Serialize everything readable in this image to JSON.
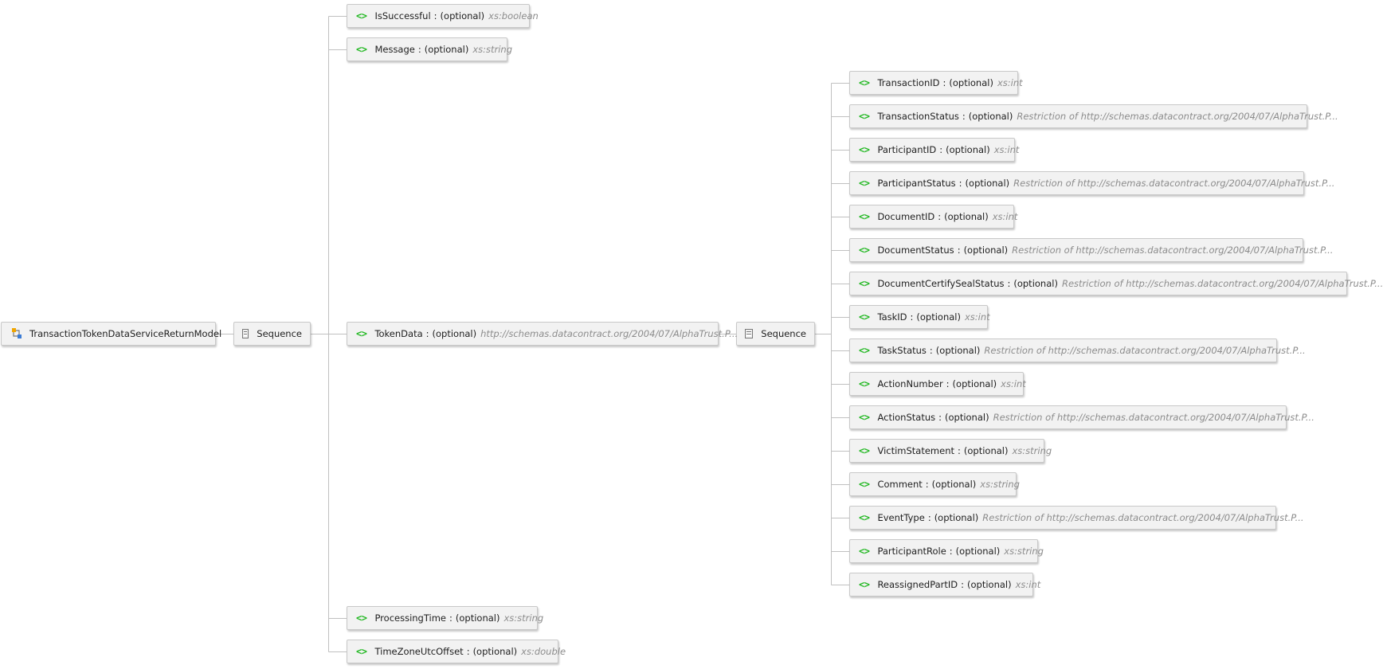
{
  "root": {
    "label": "TransactionTokenDataServiceReturnModel",
    "icon": "complex-type-icon"
  },
  "root_sequence": {
    "label": "Sequence",
    "icon": "sequence-icon"
  },
  "inner_sequence": {
    "label": "Sequence",
    "icon": "sequence-icon"
  },
  "element_icon": "<>",
  "top_elements": [
    {
      "name": "IsSuccessful",
      "sep": ":",
      "optional": "(optional)",
      "type": "xs:boolean"
    },
    {
      "name": "Message",
      "sep": ":",
      "optional": "(optional)",
      "type": "xs:string"
    },
    {
      "name": "TokenData",
      "sep": ":",
      "optional": "(optional)",
      "type": "http://schemas.datacontract.org/2004/07/AlphaTrust.P..."
    },
    {
      "name": "ProcessingTime",
      "sep": ":",
      "optional": "(optional)",
      "type": "xs:string"
    },
    {
      "name": "TimeZoneUtcOffset",
      "sep": ":",
      "optional": "(optional)",
      "type": "xs:double"
    }
  ],
  "token_elements": [
    {
      "name": "TransactionID",
      "sep": ":",
      "optional": "(optional)",
      "type": "xs:int"
    },
    {
      "name": "TransactionStatus",
      "sep": ":",
      "optional": "(optional)",
      "type": "Restriction of http://schemas.datacontract.org/2004/07/AlphaTrust.P..."
    },
    {
      "name": "ParticipantID",
      "sep": ":",
      "optional": "(optional)",
      "type": "xs:int"
    },
    {
      "name": "ParticipantStatus",
      "sep": ":",
      "optional": "(optional)",
      "type": "Restriction of http://schemas.datacontract.org/2004/07/AlphaTrust.P..."
    },
    {
      "name": "DocumentID",
      "sep": ":",
      "optional": "(optional)",
      "type": "xs:int"
    },
    {
      "name": "DocumentStatus",
      "sep": ":",
      "optional": "(optional)",
      "type": "Restriction of http://schemas.datacontract.org/2004/07/AlphaTrust.P..."
    },
    {
      "name": "DocumentCertifySealStatus",
      "sep": ":",
      "optional": "(optional)",
      "type": "Restriction of http://schemas.datacontract.org/2004/07/AlphaTrust.P..."
    },
    {
      "name": "TaskID",
      "sep": ":",
      "optional": "(optional)",
      "type": "xs:int"
    },
    {
      "name": "TaskStatus",
      "sep": ":",
      "optional": "(optional)",
      "type": "Restriction of http://schemas.datacontract.org/2004/07/AlphaTrust.P..."
    },
    {
      "name": "ActionNumber",
      "sep": ":",
      "optional": "(optional)",
      "type": "xs:int"
    },
    {
      "name": "ActionStatus",
      "sep": ":",
      "optional": "(optional)",
      "type": "Restriction of http://schemas.datacontract.org/2004/07/AlphaTrust.P..."
    },
    {
      "name": "VictimStatement",
      "sep": ":",
      "optional": "(optional)",
      "type": "xs:string"
    },
    {
      "name": "Comment",
      "sep": ":",
      "optional": "(optional)",
      "type": "xs:string"
    },
    {
      "name": "EventType",
      "sep": ":",
      "optional": "(optional)",
      "type": "Restriction of http://schemas.datacontract.org/2004/07/AlphaTrust.P..."
    },
    {
      "name": "ParticipantRole",
      "sep": ":",
      "optional": "(optional)",
      "type": "xs:string"
    },
    {
      "name": "ReassignedPartID",
      "sep": ":",
      "optional": "(optional)",
      "type": "xs:int"
    }
  ],
  "colors": {
    "element_icon": "#22b822",
    "connector": "#c0c0c0",
    "node_bg": "#f2f2f2",
    "type_text": "#8c8c8c"
  }
}
